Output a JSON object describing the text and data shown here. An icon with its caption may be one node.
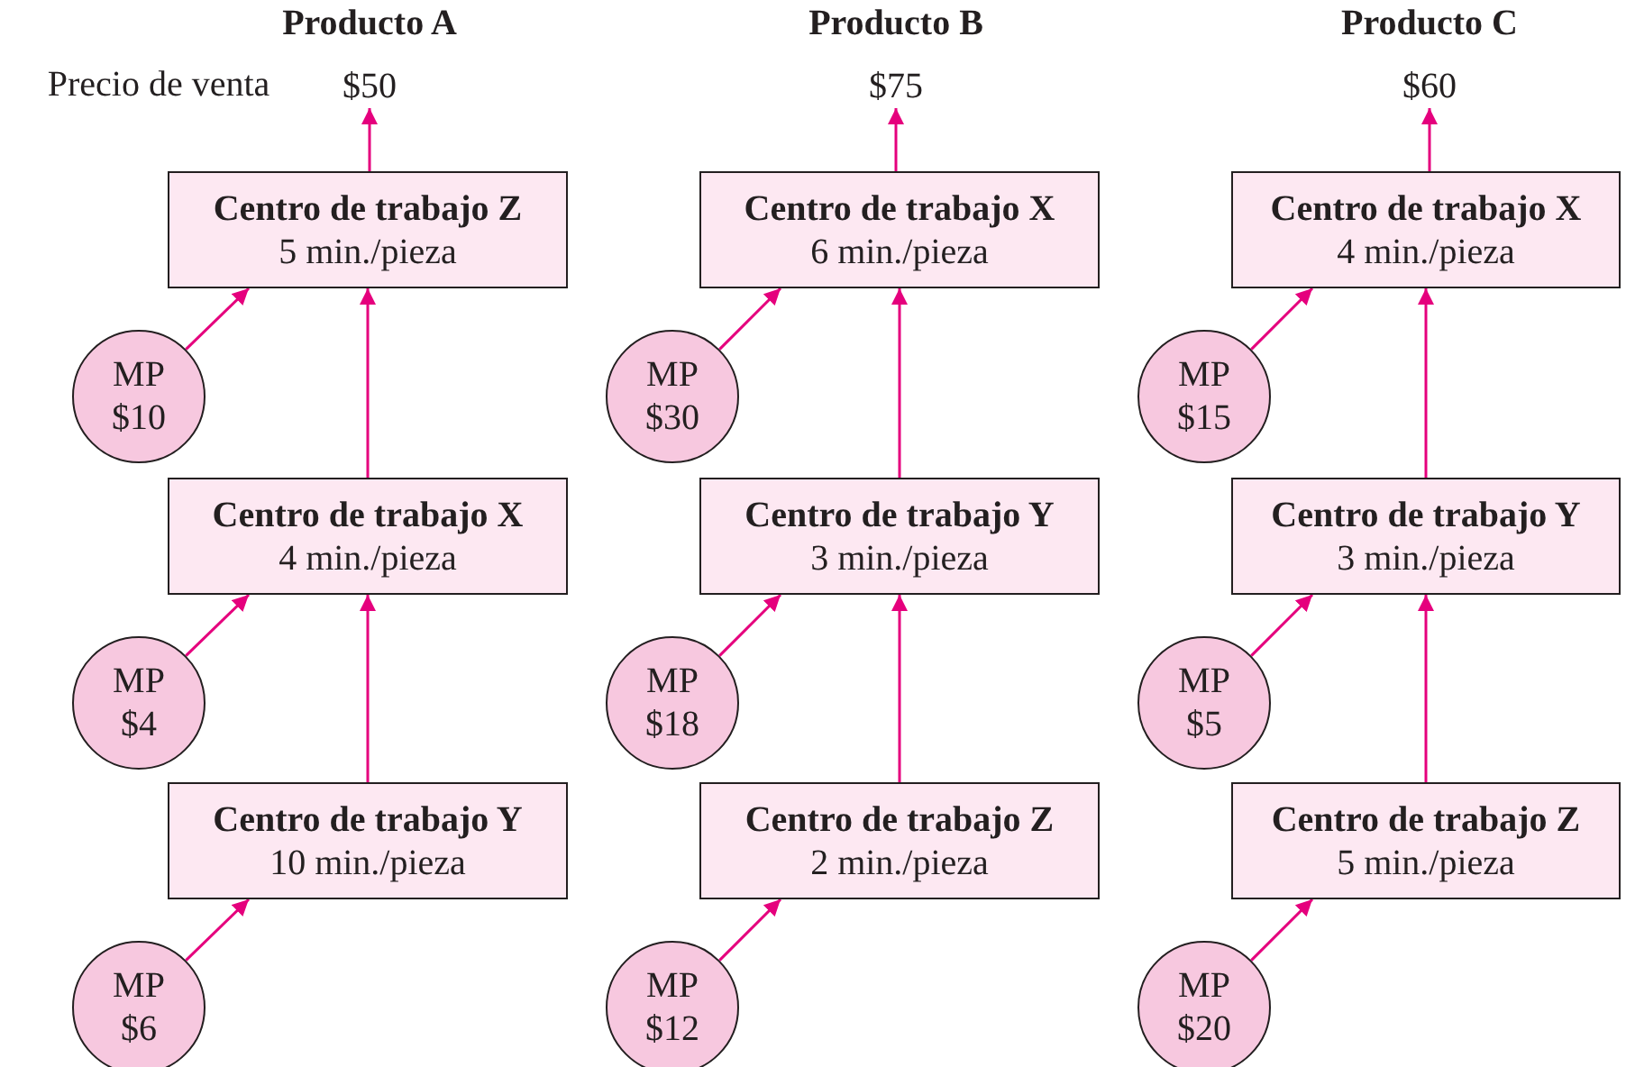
{
  "diagram": {
    "nodes": [
      {
        "text": [
          "$50"
        ]
      },
      {
        "text": [
          "Centro de trabajo Z",
          "5 min./pieza"
        ]
      },
      {
        "text": [
          "MP",
          "$10"
        ]
      },
      {
        "text": [
          "Centro de trabajo X",
          "4 min./pieza"
        ]
      },
      {
        "text": [
          "MP",
          "$4"
        ]
      },
      {
        "text": [
          "Centro de trabajo Y",
          "10 min./pieza"
        ]
      },
      {
        "text": [
          "MP",
          "$6"
        ]
      },
      {
        "text": [
          "$75"
        ]
      },
      {
        "text": [
          "Centro de trabajo X",
          "6 min./pieza"
        ]
      },
      {
        "text": [
          "MP",
          "$30"
        ]
      },
      {
        "text": [
          "Centro de trabajo Y",
          "3 min./pieza"
        ]
      },
      {
        "text": [
          "MP",
          "$18"
        ]
      },
      {
        "text": [
          "Centro de trabajo Z",
          "2 min./pieza"
        ]
      },
      {
        "text": [
          "MP",
          "$12"
        ]
      },
      {
        "text": [
          "$60"
        ]
      },
      {
        "text": [
          "Centro de trabajo X",
          "4 min./pieza"
        ]
      },
      {
        "text": [
          "MP",
          "$15"
        ]
      },
      {
        "text": [
          "Centro de trabajo Y",
          "3 min./pieza"
        ]
      },
      {
        "text": [
          "MP",
          "$5"
        ]
      },
      {
        "text": [
          "Centro de trabajo Z",
          "5 min./pieza"
        ]
      },
      {
        "text": [
          "MP",
          "$20"
        ]
      }
    ],
    "edges": [
      {
        "from": 1,
        "to": 0,
        "arrow": "to"
      },
      {
        "from": 2,
        "to": 1,
        "arrow": "to"
      },
      {
        "from": 3,
        "to": 1,
        "arrow": "to"
      },
      {
        "from": 4,
        "to": 3,
        "arrow": "to"
      },
      {
        "from": 5,
        "to": 3,
        "arrow": "to"
      },
      {
        "from": 6,
        "to": 5,
        "arrow": "to"
      },
      {
        "from": 8,
        "to": 7,
        "arrow": "to"
      },
      {
        "from": 9,
        "to": 8,
        "arrow": "to"
      },
      {
        "from": 10,
        "to": 8,
        "arrow": "to"
      },
      {
        "from": 11,
        "to": 10,
        "arrow": "to"
      },
      {
        "from": 12,
        "to": 10,
        "arrow": "to"
      },
      {
        "from": 13,
        "to": 12,
        "arrow": "to"
      },
      {
        "from": 15,
        "to": 14,
        "arrow": "to"
      },
      {
        "from": 16,
        "to": 15,
        "arrow": "to"
      },
      {
        "from": 17,
        "to": 15,
        "arrow": "to"
      },
      {
        "from": 18,
        "to": 17,
        "arrow": "to"
      },
      {
        "from": 19,
        "to": 17,
        "arrow": "to"
      },
      {
        "from": 20,
        "to": 19,
        "arrow": "to"
      }
    ],
    "labels": [
      "Producto A",
      "Producto B",
      "Producto C",
      "Precio de venta"
    ]
  }
}
